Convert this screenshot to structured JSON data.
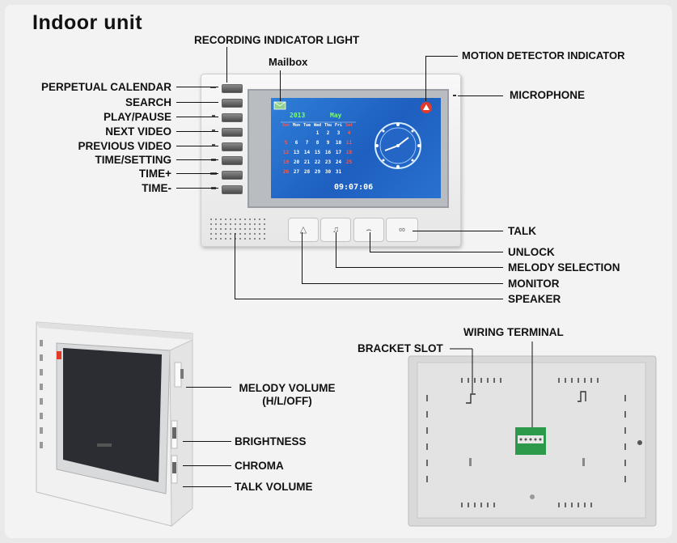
{
  "title": "Indoor unit",
  "front_labels": {
    "recording_indicator_light": "RECORDING INDICATOR LIGHT",
    "mailbox": "Mailbox",
    "motion_detector_indicator": "MOTION DETECTOR INDICATOR",
    "perpetual_calendar": "PERPETUAL CALENDAR",
    "search": "SEARCH",
    "play_pause": "PLAY/PAUSE",
    "next_video": "NEXT VIDEO",
    "previous_video": "PREVIOUS VIDEO",
    "time_setting": "TIME/SETTING",
    "time_plus": "TIME+",
    "time_minus": "TIME-",
    "microphone": "MICROPHONE",
    "talk": "TALK",
    "unlock": "UNLOCK",
    "melody_selection": "MELODY SELECTION",
    "monitor": "MONITOR",
    "speaker": "SPEAKER"
  },
  "side_labels": {
    "melody_volume": "MELODY VOLUME",
    "melody_volume_options": "(H/L/OFF)",
    "brightness": "BRIGHTNESS",
    "chroma": "CHROMA",
    "talk_volume": "TALK VOLUME"
  },
  "back_labels": {
    "wiring_terminal": "WIRING TERMINAL",
    "bracket_slot": "BRACKET SLOT"
  },
  "screen": {
    "year": "2013",
    "month": "May",
    "time": "09:07:06",
    "weekdays": [
      "Sun",
      "Mon",
      "Tue",
      "Wed",
      "Thu",
      "Fri",
      "Sat"
    ],
    "days": [
      [
        "",
        "",
        "",
        "1",
        "2",
        "3",
        "4"
      ],
      [
        "5",
        "6",
        "7",
        "8",
        "9",
        "10",
        "11"
      ],
      [
        "12",
        "13",
        "14",
        "15",
        "16",
        "17",
        "18"
      ],
      [
        "19",
        "20",
        "21",
        "22",
        "23",
        "24",
        "25"
      ],
      [
        "26",
        "27",
        "28",
        "29",
        "30",
        "31",
        ""
      ]
    ]
  },
  "colors": {
    "lcd_blue": "#2f7fd8",
    "screen_green": "#7dff6a",
    "weekend_red": "#ff5a4a",
    "motion_red": "#e03a2a"
  },
  "icons": {
    "mailbox": "mailbox-icon",
    "motion": "motion-detector-icon",
    "monitor": "monitor-icon",
    "melody": "melody-icon",
    "unlock": "unlock-icon",
    "talk": "talk-icon"
  }
}
